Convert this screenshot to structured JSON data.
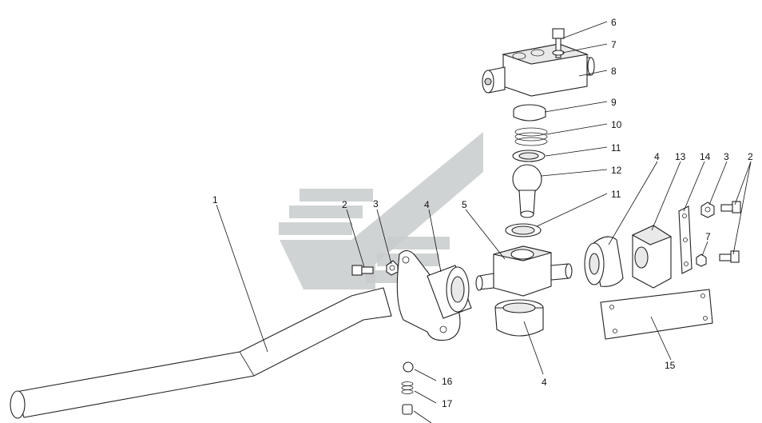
{
  "callouts": {
    "c1": "1",
    "c2a": "2",
    "c2b": "2",
    "c3a": "3",
    "c3b": "3",
    "c4a": "4",
    "c4b": "4",
    "c4c": "4",
    "c5": "5",
    "c6": "6",
    "c7a": "7",
    "c7b": "7",
    "c8": "8",
    "c9": "9",
    "c10": "10",
    "c11a": "11",
    "c11b": "11",
    "c12": "12",
    "c13": "13",
    "c14": "14",
    "c15": "15",
    "c16": "16",
    "c17": "17"
  },
  "colors": {
    "line": "#222222",
    "watermark": "#c8cbcd",
    "background": "#ffffff"
  }
}
